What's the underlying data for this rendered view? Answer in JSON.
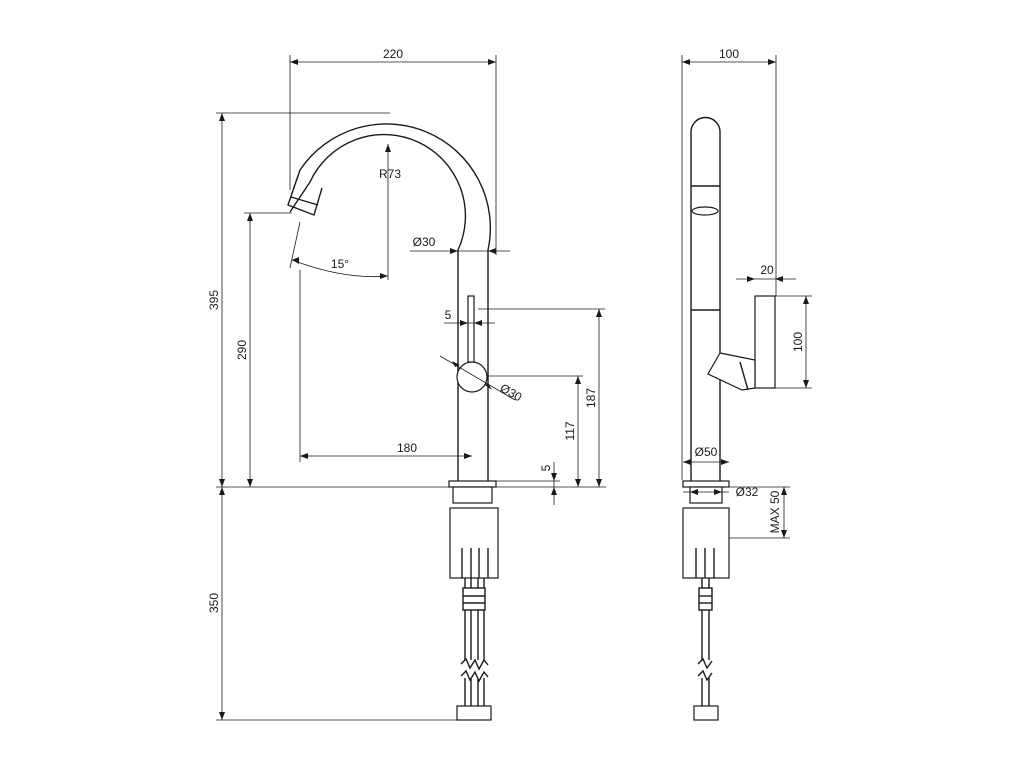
{
  "front_view": {
    "width_label": "220",
    "total_height_label": "395",
    "spout_height_label": "290",
    "radius_label": "R73",
    "angle_label": "15°",
    "body_diameter_label": "Ø30",
    "lever_offset_label": "5",
    "lever_diameter_label": "Ø30",
    "reach_label": "180",
    "handle_height_label": "187",
    "lever_pivot_height_label": "117",
    "base_plate_label": "5",
    "pipe_length_label": "350"
  },
  "side_view": {
    "width_label": "100",
    "handle_depth_label": "20",
    "handle_height_label": "100",
    "base_diameter_label": "Ø50",
    "shank_diameter_label": "Ø32",
    "max_thickness_label": "MAX 50"
  }
}
